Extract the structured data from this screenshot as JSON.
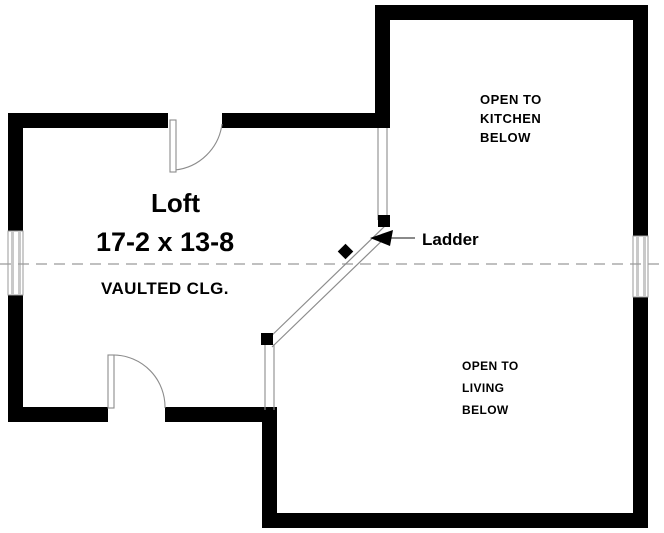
{
  "plan": {
    "title": "Loft Floor Plan",
    "room": {
      "name": "Loft",
      "dimensions": "17-2 x 13-8",
      "ceiling_note": "VAULTED CLG."
    },
    "annotations": {
      "ladder": "Ladder",
      "open_to_kitchen": {
        "line1": "OPEN TO",
        "line2": "KITCHEN",
        "line3": "BELOW"
      },
      "open_to_living": {
        "line1": "OPEN TO",
        "line2": "LIVING",
        "line3": "BELOW"
      }
    },
    "colors": {
      "wall": "#000000",
      "background": "#ffffff",
      "line_gray": "#8c8c8c",
      "dash_gray": "#9a9a9a",
      "window_bar": "#c9c9c9"
    },
    "features": {
      "door_top_label": "door",
      "door_bottom_label": "door",
      "window_left_label": "window",
      "window_right_label": "window",
      "railing_label": "railing",
      "vaulted_line_label": "vaulted ceiling line"
    }
  }
}
